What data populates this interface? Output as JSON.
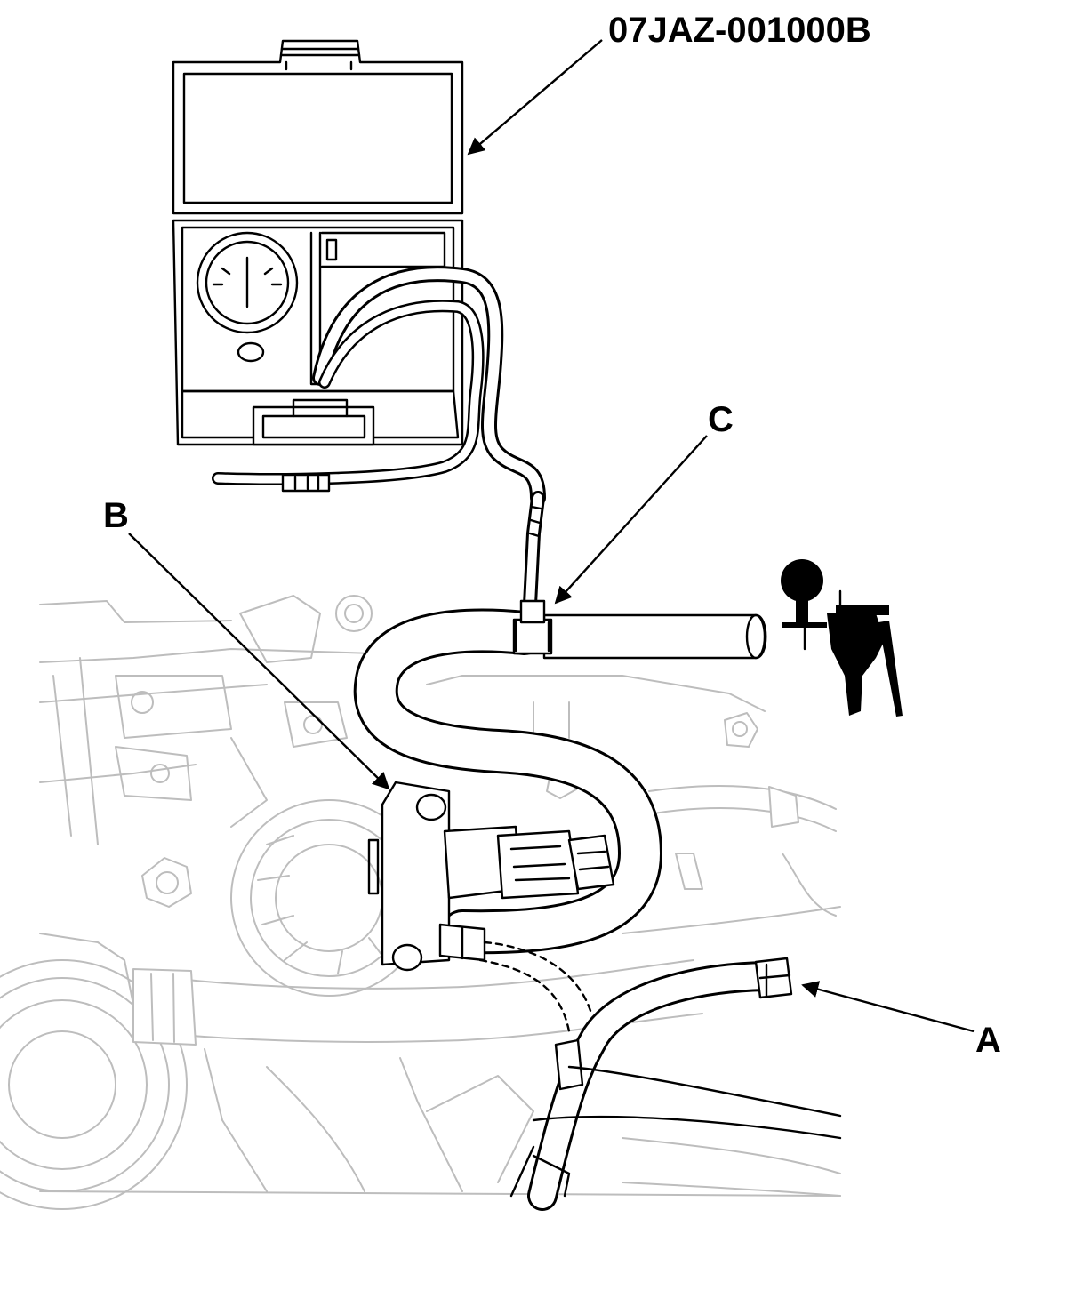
{
  "callouts": {
    "tool_part_number": "07JAZ-001000B",
    "a": "A",
    "b": "B",
    "c": "C"
  },
  "colors": {
    "line_art": "#000000",
    "background_engine": "#bdbdbd",
    "background": "#ffffff"
  },
  "icons": [
    "pressure-tester-case-icon",
    "pressure-gauge-icon",
    "vacuum-pump-icon",
    "engine-bay-illustration"
  ]
}
